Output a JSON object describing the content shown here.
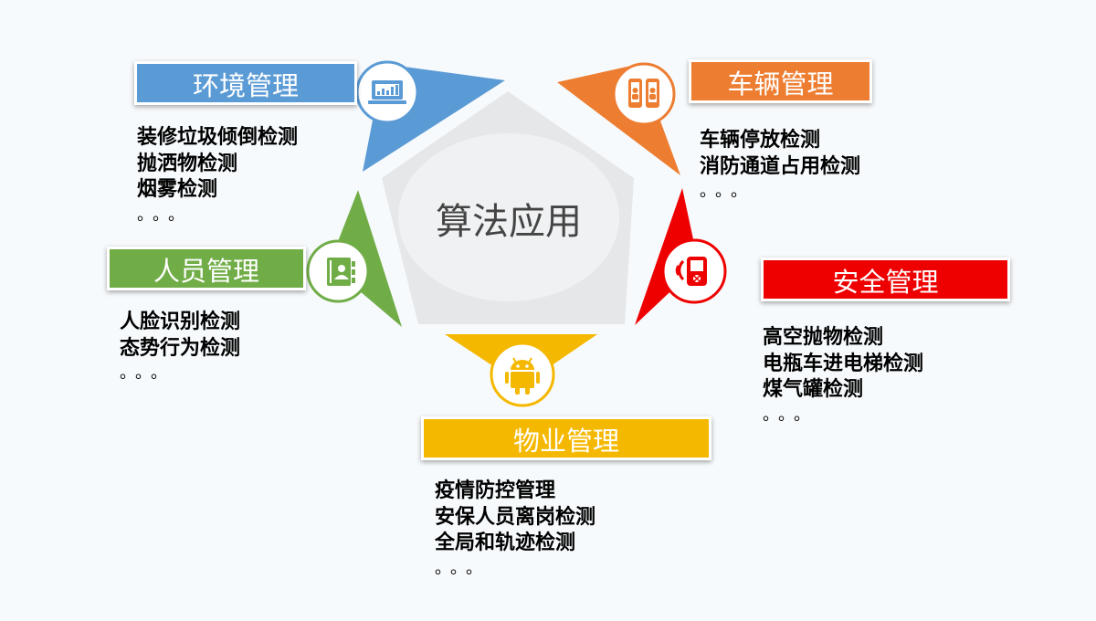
{
  "center": {
    "label": "算法应用"
  },
  "colors": {
    "environment": "#5b9bd5",
    "vehicle": "#ed7d31",
    "security": "#ee0000",
    "property": "#f5b800",
    "personnel": "#70ad47",
    "pentagon": "#e6e7e9",
    "center_ellipse": "#f0f1f2"
  },
  "sections": {
    "environment": {
      "title": "环境管理",
      "icon": "laptop-chart-icon",
      "items": [
        "装修垃圾倾倒检测",
        "抛洒物检测",
        "烟雾检测",
        "。。。"
      ]
    },
    "vehicle": {
      "title": "车辆管理",
      "icon": "mobile-devices-icon",
      "items": [
        "车辆停放检测",
        "消防通道占用检测",
        "。。。"
      ]
    },
    "security": {
      "title": "安全管理",
      "icon": "mobile-device-icon",
      "items": [
        "高空抛物检测",
        "电瓶车进电梯检测",
        "煤气罐检测",
        "。。。"
      ]
    },
    "property": {
      "title": "物业管理",
      "icon": "android-icon",
      "items": [
        "疫情防控管理",
        "安保人员离岗检测",
        "全局和轨迹检测",
        "。。。"
      ]
    },
    "personnel": {
      "title": "人员管理",
      "icon": "contact-book-icon",
      "items": [
        "人脸识别检测",
        "态势行为检测",
        "。。。"
      ]
    }
  }
}
